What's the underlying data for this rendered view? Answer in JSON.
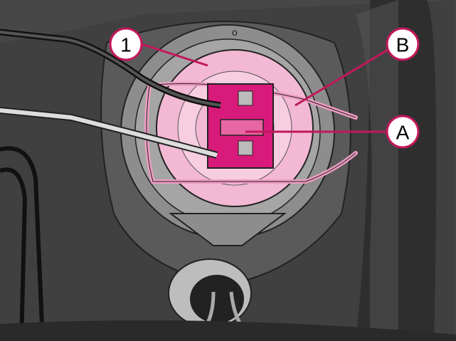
{
  "diagram": {
    "callouts": [
      {
        "id": "callout-1",
        "label": "1"
      },
      {
        "id": "callout-b",
        "label": "B"
      },
      {
        "id": "callout-a",
        "label": "A"
      }
    ],
    "colors": {
      "highlight": "#d81b7a",
      "highlight_light": "#f2b8d4",
      "callout_ring": "#c2185b",
      "housing": "#8a8a8a",
      "background": "#3a3a3a"
    }
  }
}
